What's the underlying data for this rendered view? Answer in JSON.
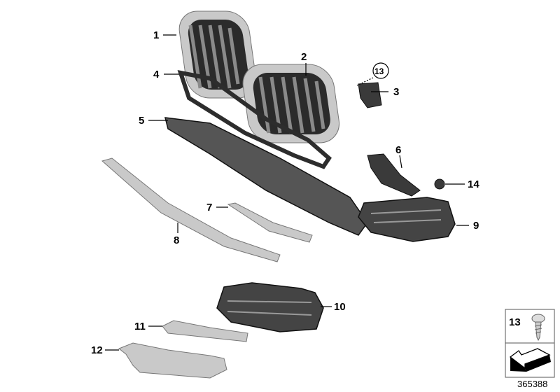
{
  "diagram": {
    "callouts": [
      "1",
      "2",
      "3",
      "4",
      "5",
      "6",
      "7",
      "8",
      "9",
      "10",
      "11",
      "12",
      "13",
      "14"
    ],
    "circled_callout": "13",
    "legend_box": {
      "part_number": "13",
      "icon": "self-tapping-screw-icon",
      "arrow_icon": "front-direction-arrow-icon"
    },
    "reference_number": "365388"
  }
}
